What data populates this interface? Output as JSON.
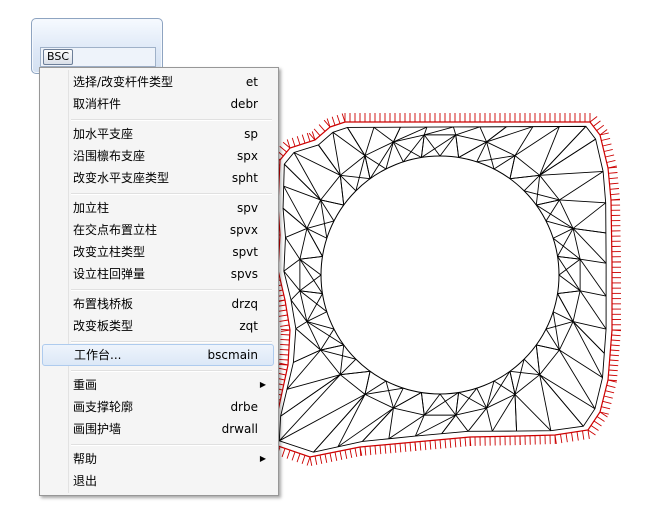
{
  "toolbar": {
    "tab_label": "BSC"
  },
  "menu": {
    "items": [
      {
        "label": "选择/改变杆件类型",
        "shortcut": "et"
      },
      {
        "label": "取消杆件",
        "shortcut": "debr"
      },
      {
        "label": "加水平支座",
        "shortcut": "sp"
      },
      {
        "label": "沿围檩布支座",
        "shortcut": "spx"
      },
      {
        "label": "改变水平支座类型",
        "shortcut": "spht"
      },
      {
        "label": "加立柱",
        "shortcut": "spv"
      },
      {
        "label": "在交点布置立柱",
        "shortcut": "spvx"
      },
      {
        "label": "改变立柱类型",
        "shortcut": "spvt"
      },
      {
        "label": "设立柱回弹量",
        "shortcut": "spvs"
      },
      {
        "label": "布置栈桥板",
        "shortcut": "drzq"
      },
      {
        "label": "改变板类型",
        "shortcut": "zqt"
      },
      {
        "label": "工作台...",
        "shortcut": "bscmain"
      },
      {
        "label": "重画",
        "shortcut": ""
      },
      {
        "label": "画支撑轮廓",
        "shortcut": "drbe"
      },
      {
        "label": "画围护墙",
        "shortcut": "drwall"
      },
      {
        "label": "帮助",
        "shortcut": ""
      },
      {
        "label": "退出",
        "shortcut": ""
      }
    ],
    "submenu_arrow": "▶"
  },
  "colors": {
    "wall_hatch": "#cc0000",
    "mesh": "#000000",
    "menu_highlight": "#dce8f7"
  }
}
